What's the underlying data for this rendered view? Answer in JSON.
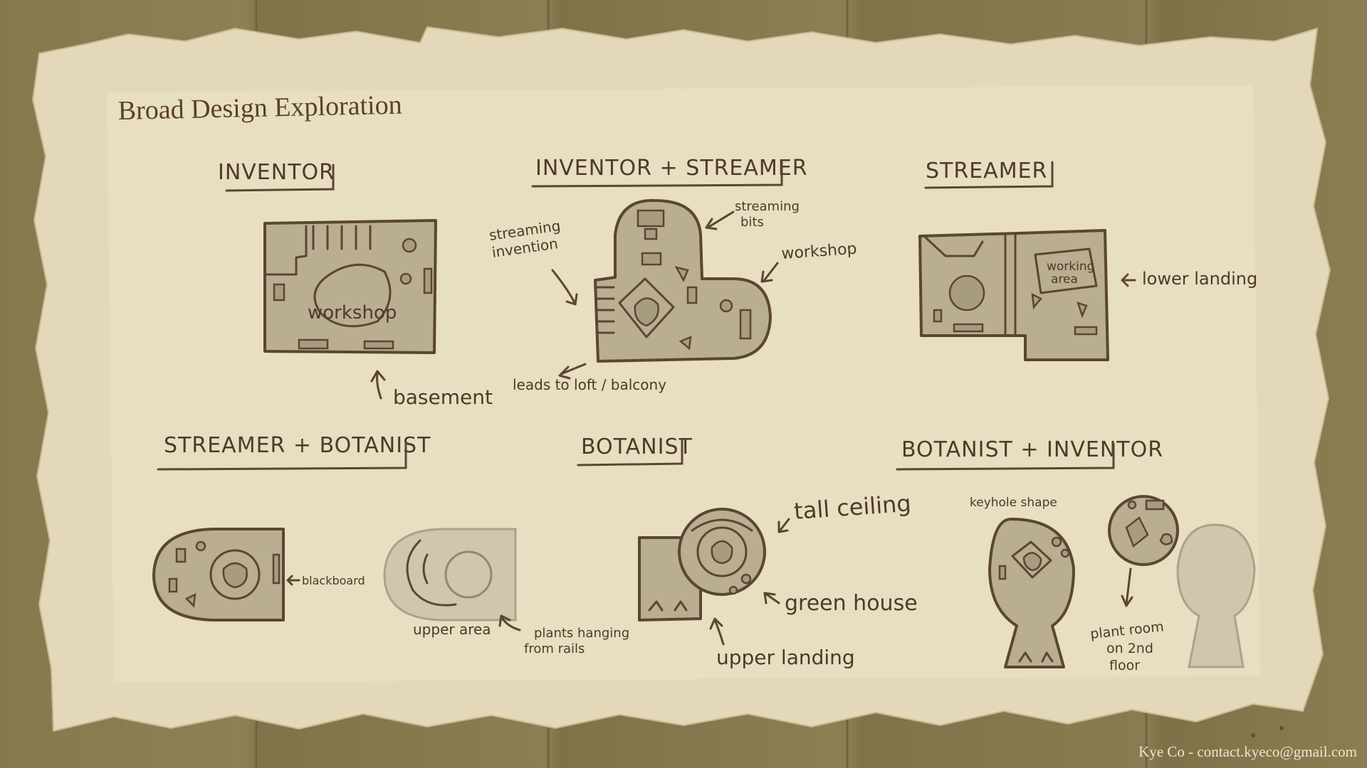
{
  "title": "Broad Design Exploration",
  "credit": "Kye Co - contact.kyeco@gmail.com",
  "sections": [
    {
      "heading": "INVENTOR",
      "notes": [
        "workshop",
        "basement"
      ]
    },
    {
      "heading": "INVENTOR + STREAMER",
      "notes": [
        "streaming",
        "bits",
        "streaming",
        "invention",
        "workshop",
        "leads to loft / balcony"
      ]
    },
    {
      "heading": "STREAMER",
      "notes": [
        "working",
        "area",
        "lower landing"
      ]
    },
    {
      "heading": "STREAMER + BOTANIST",
      "notes": [
        "blackboard",
        "upper area",
        "plants hanging",
        "from rails"
      ]
    },
    {
      "heading": "BOTANIST",
      "notes": [
        "tall ceiling",
        "green house",
        "upper landing"
      ]
    },
    {
      "heading": "BOTANIST + INVENTOR",
      "notes": [
        "keyhole shape",
        "plant room",
        "on 2nd",
        "floor"
      ]
    }
  ],
  "colors": {
    "paper": "#e6dcbf",
    "ink": "#5b4631",
    "board": "#85794e"
  }
}
